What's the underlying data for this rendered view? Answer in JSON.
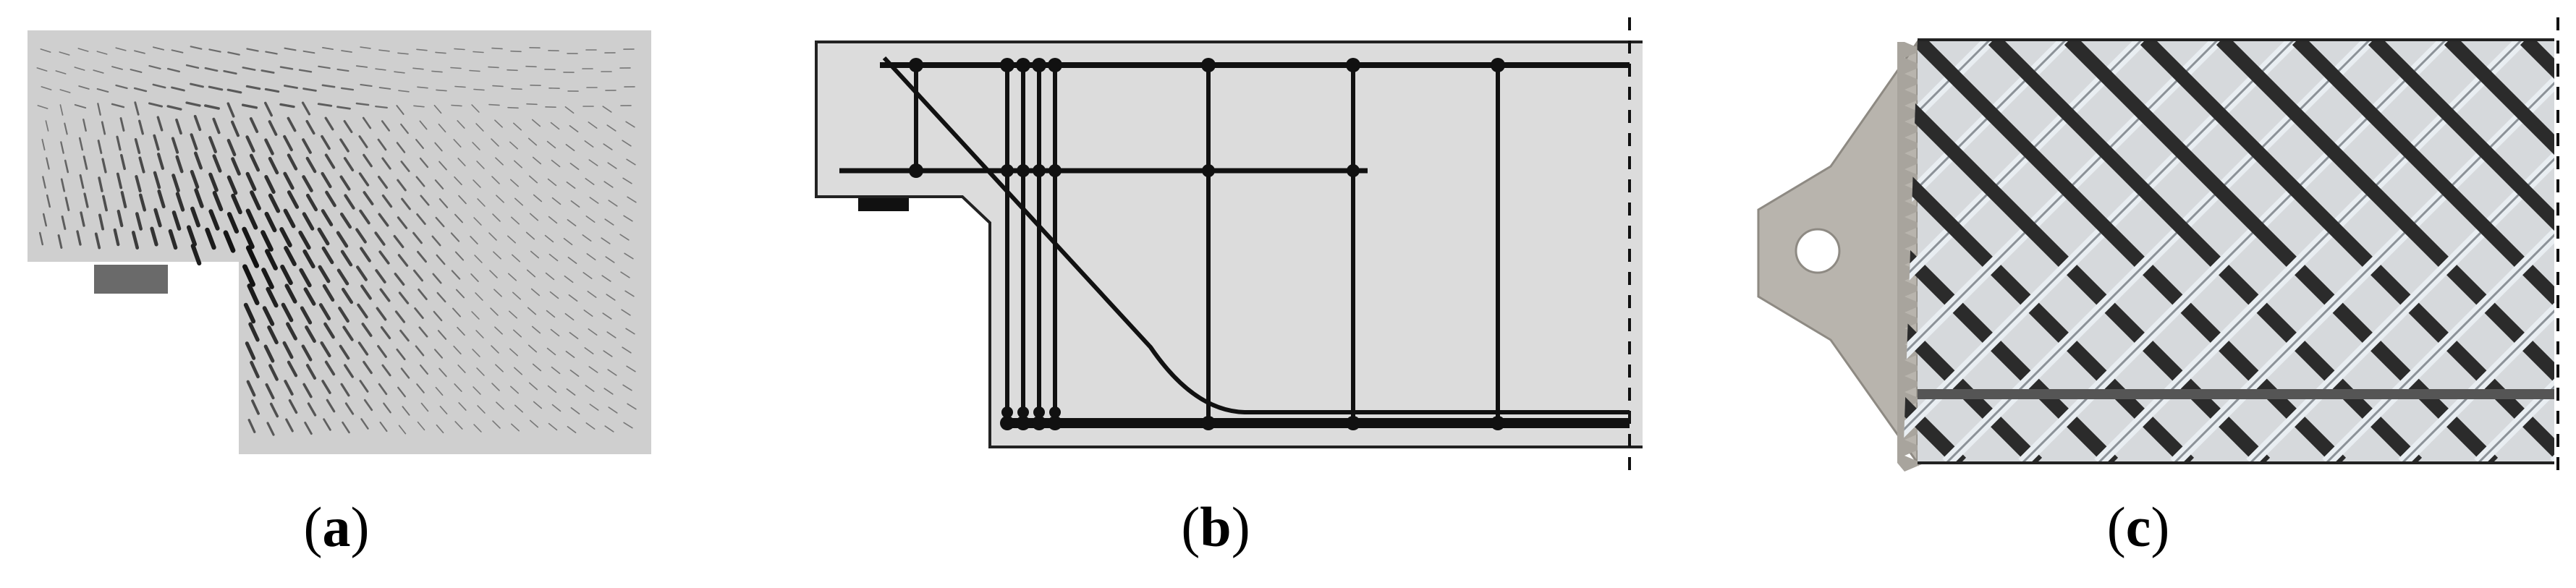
{
  "figure": {
    "panels": [
      {
        "id": "a",
        "label_open": "(",
        "label_letter": "a",
        "label_close": ")"
      },
      {
        "id": "b",
        "label_open": "(",
        "label_letter": "b",
        "label_close": ")"
      },
      {
        "id": "c",
        "label_open": "(",
        "label_letter": "c",
        "label_close": ")"
      }
    ],
    "colors": {
      "concrete_light": "#d8d8d8",
      "concrete_mid": "#cfcfcf",
      "bearing_plate": "#6a6a6a",
      "rebar": "#111111",
      "outline": "#222222",
      "steel_plate": "#b8b4ad",
      "textile_dark": "#2b2b2b",
      "textile_light": "#e9eef2"
    }
  }
}
